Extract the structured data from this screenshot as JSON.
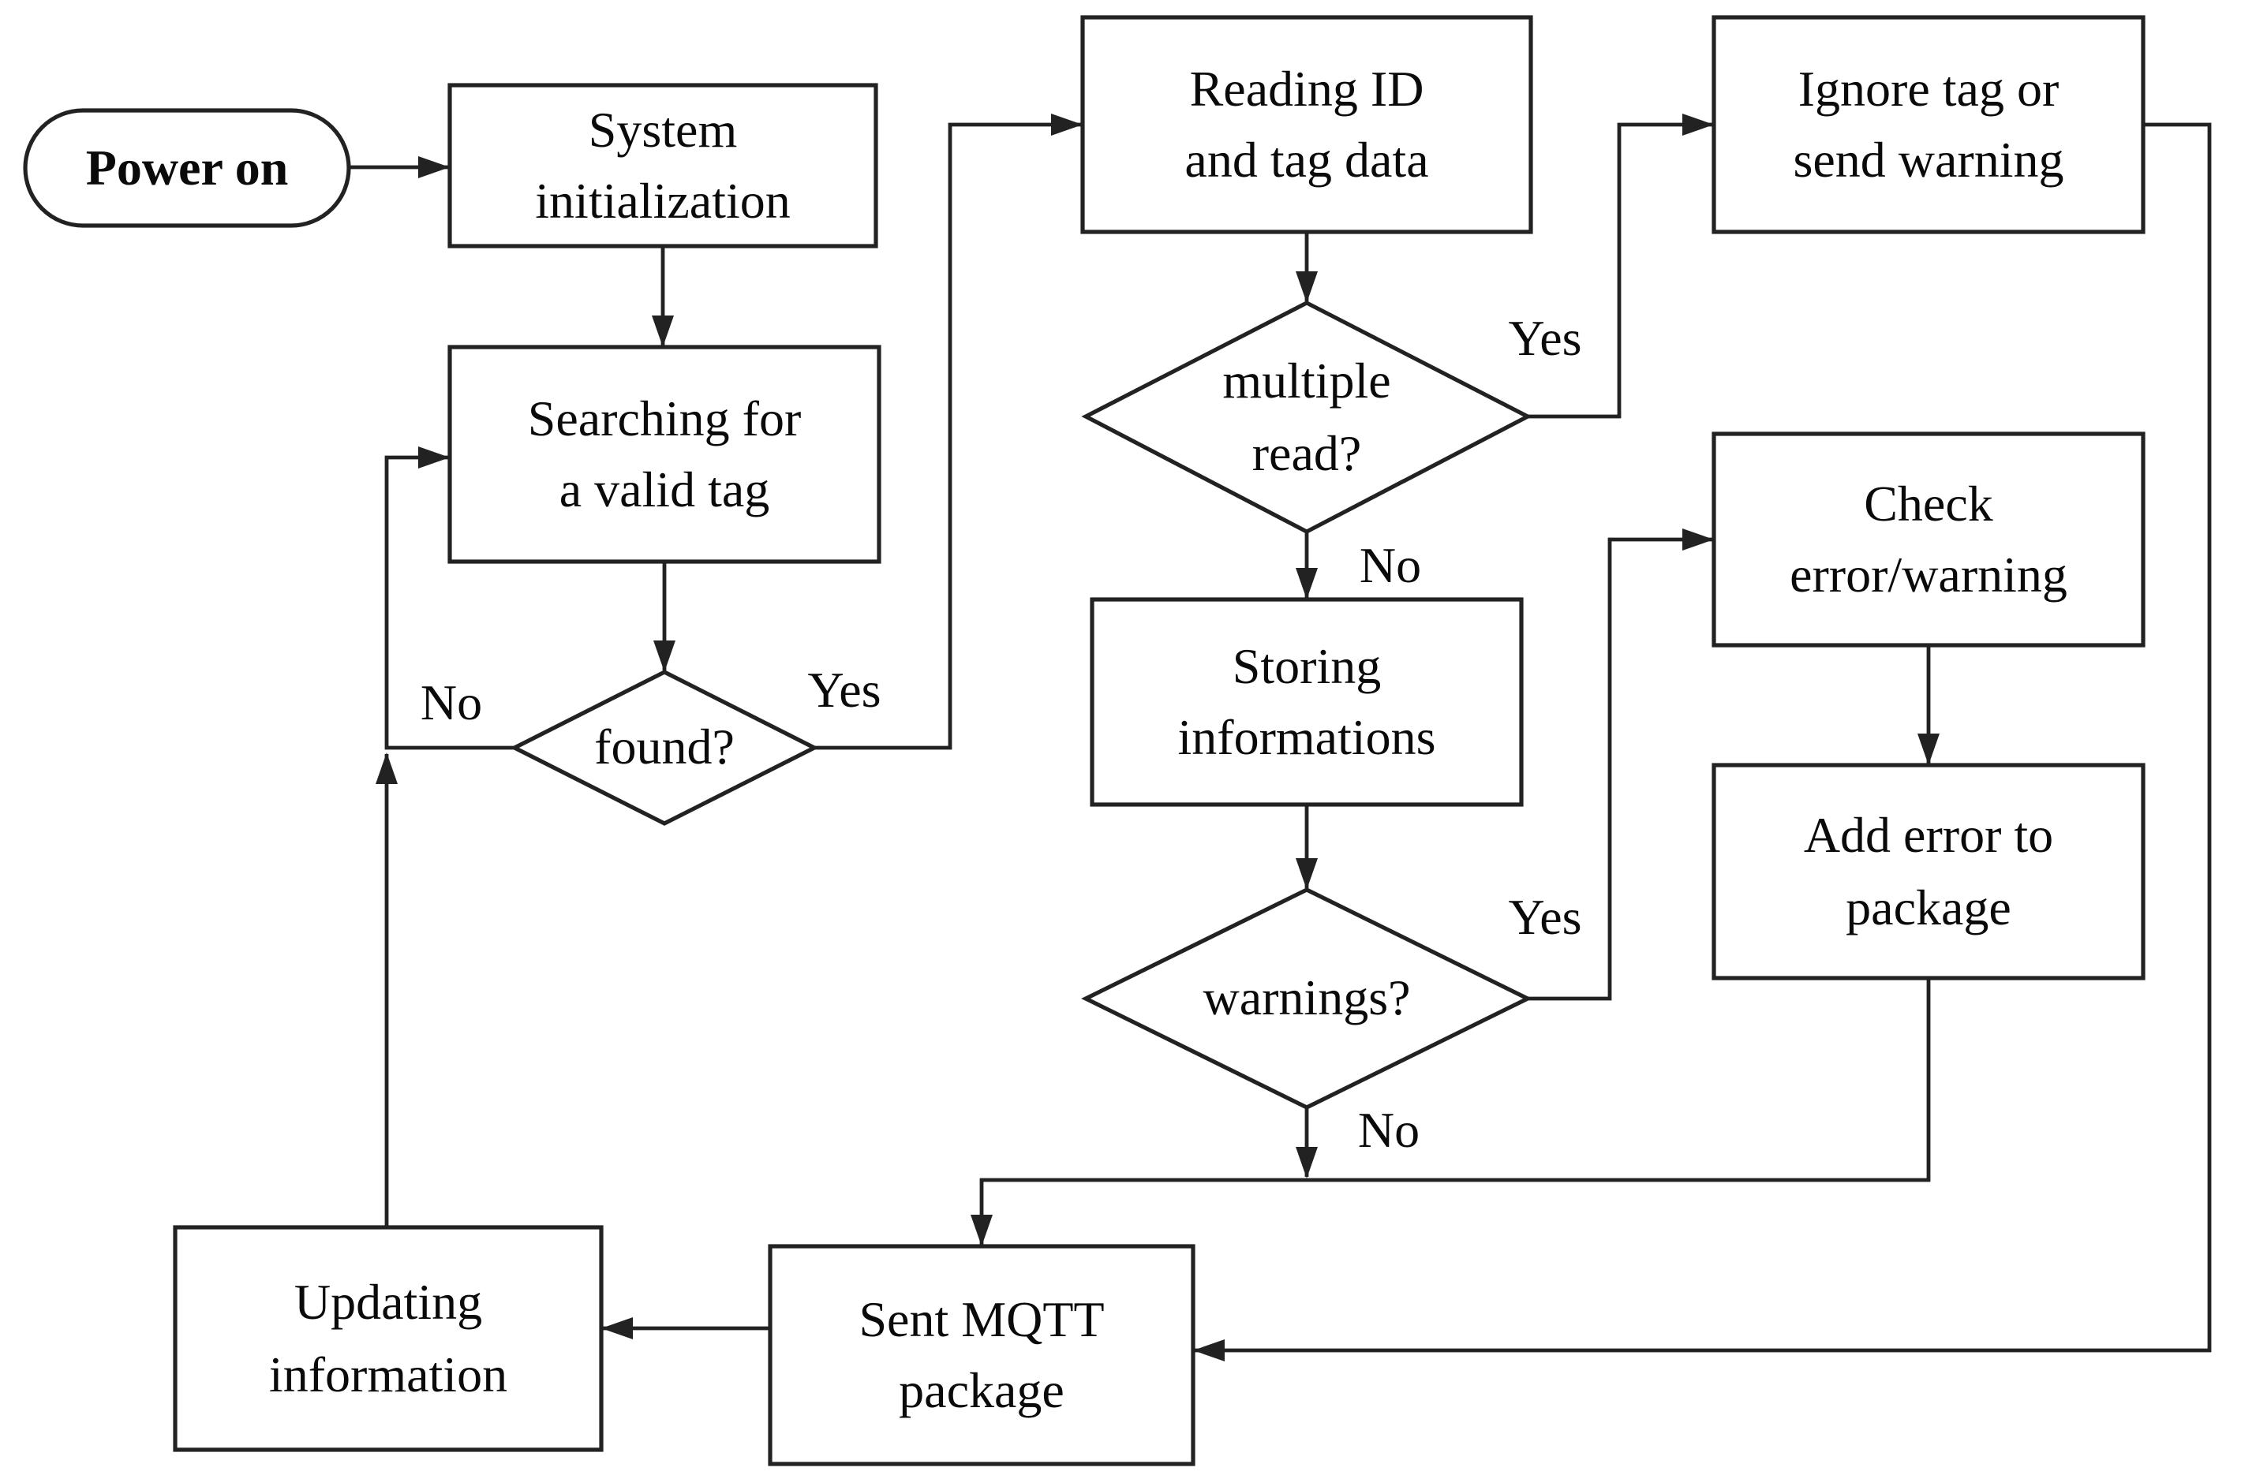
{
  "figure": {
    "background": "#ffffff",
    "line_color": "#222222",
    "text_color": "#0a0a0a"
  },
  "nodes": {
    "power_on": {
      "label": "Power on",
      "shape": "terminator"
    },
    "system_init": {
      "label": "System\ninitialization",
      "shape": "process"
    },
    "searching": {
      "label": "Searching for\na valid tag",
      "shape": "process"
    },
    "found": {
      "label": "found?",
      "shape": "decision"
    },
    "reading_id": {
      "label": "Reading ID\nand tag data",
      "shape": "process"
    },
    "multiple_read": {
      "label": "multiple\nread?",
      "shape": "decision"
    },
    "storing": {
      "label": "Storing\ninformations",
      "shape": "process"
    },
    "warnings": {
      "label": "warnings?",
      "shape": "decision"
    },
    "ignore_tag": {
      "label": "Ignore tag or\nsend warning",
      "shape": "process"
    },
    "check_error": {
      "label": "Check\nerror/warning",
      "shape": "process"
    },
    "add_error": {
      "label": "Add error to\npackage",
      "shape": "process"
    },
    "sent_mqtt": {
      "label": "Sent MQTT\npackage",
      "shape": "process"
    },
    "updating": {
      "label": "Updating\ninformation",
      "shape": "process"
    }
  },
  "edge_labels": {
    "found_yes": "Yes",
    "found_no": "No",
    "multiple_read_yes": "Yes",
    "multiple_read_no": "No",
    "warnings_yes": "Yes",
    "warnings_no": "No"
  }
}
